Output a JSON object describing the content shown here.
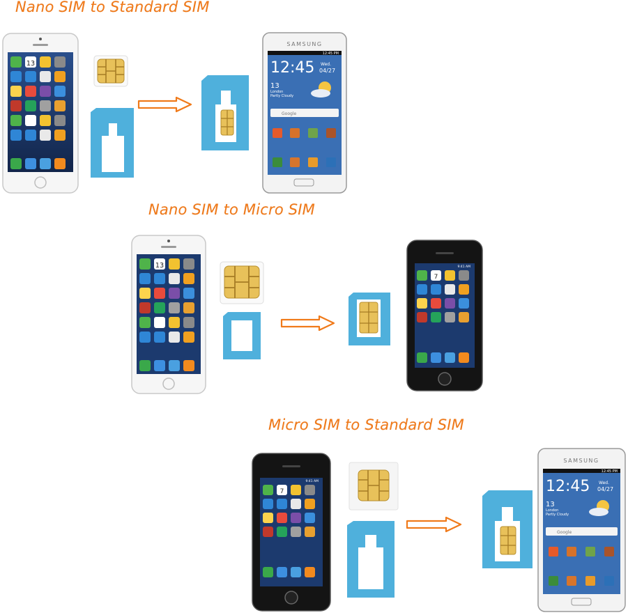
{
  "sections": [
    {
      "caption": "Nano SIM to Standard SIM"
    },
    {
      "caption": "Nano SIM to Micro SIM"
    },
    {
      "caption": "Micro SIM to Standard SIM"
    }
  ],
  "samsung": {
    "brand": "SAMSUNG",
    "clock": "12:45",
    "day": "Wed.",
    "date": "04/27",
    "temp": "13",
    "city": "London",
    "weather": "Partly Cloudy",
    "search": "Google",
    "status_time": "12:45 PM"
  },
  "iphone4_status_time": "9:41 AM",
  "iphone5_calendar_day": "13",
  "iphone4_calendar_day": "7",
  "colors": {
    "accent": "#f07a1a",
    "adapter_blue": "#4fb0dc",
    "chip_gold": "#e8c15a"
  }
}
